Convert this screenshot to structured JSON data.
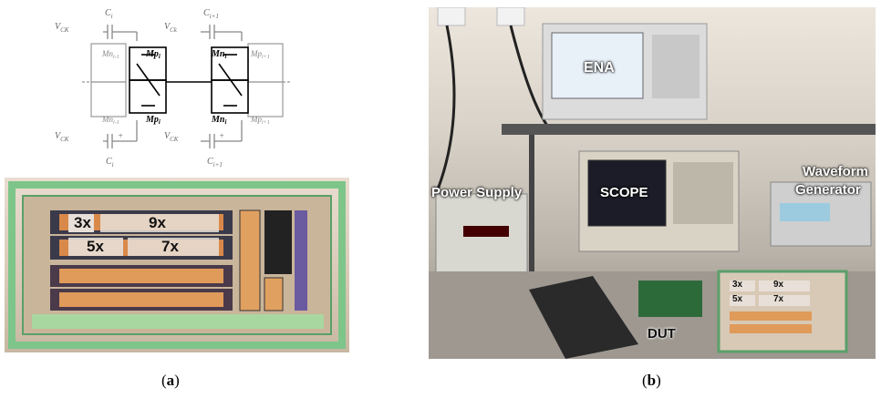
{
  "schematic": {
    "labels": {
      "c_i_top": "C",
      "c_i_top_sub": "i",
      "c_i1_top": "C",
      "c_i1_top_sub": "i+1",
      "v_ckbar_left": "V",
      "v_ckbar_left_sub": "CK",
      "v_ck_right_top": "V",
      "v_ck_right_top_sub": "Ck",
      "mn_i_1": "Mn",
      "mn_i_1_sub": "i-1",
      "mp_i_top": "Mp",
      "mp_i_top_sub": "i",
      "mn_i_top": "Mn",
      "mn_i_top_sub": "i",
      "mp_i1_top": "Mp",
      "mp_i1_top_sub": "i+1",
      "mn_i_1_bot": "Mn",
      "mn_i_1_bot_sub": "i-1",
      "mp_i_bot": "Mp",
      "mp_i_bot_sub": "i",
      "mn_i_bot": "Mn",
      "mn_i_bot_sub": "i",
      "mp_i1_bot": "Mp",
      "mp_i1_bot_sub": "i+1",
      "v_ck_left_bot": "V",
      "v_ck_left_bot_sub": "CK",
      "v_ckbar_right_bot": "V",
      "v_ckbar_right_bot_sub": "CK",
      "c_i_bot": "C",
      "c_i_bot_sub": "i",
      "c_i1_bot": "C",
      "c_i1_bot_sub": "i+1",
      "plus_left": "+",
      "plus_right": "+"
    }
  },
  "chip": {
    "labels": [
      "3x",
      "9x",
      "5x",
      "7x"
    ]
  },
  "lab": {
    "ena": "ENA",
    "power_supply": "Power Supply",
    "scope": "SCOPE",
    "waveform": "Waveform",
    "generator": "Generator",
    "dut": "DUT",
    "inset_labels": [
      "3x",
      "9x",
      "5x",
      "7x"
    ]
  },
  "captions": {
    "a_open": "(",
    "a": "a",
    "a_close": ")",
    "b_open": "(",
    "b": "b",
    "b_close": ")"
  }
}
